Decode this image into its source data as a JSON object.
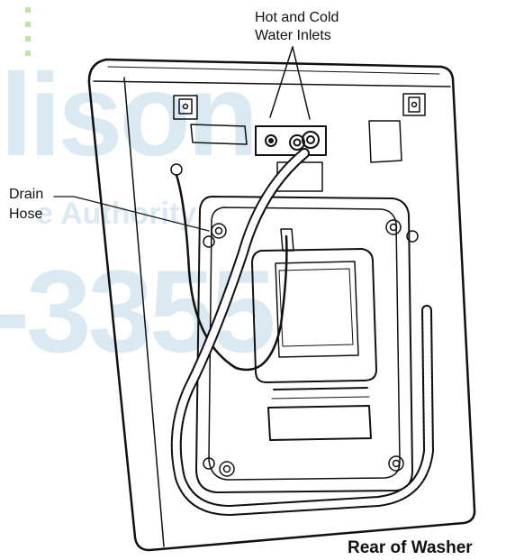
{
  "labels": {
    "inlets_line1": "Hot and Cold",
    "inlets_line2": "Water Inlets",
    "drain_line1": "Drain",
    "drain_line2": "Hose"
  },
  "caption": "Rear of Washer",
  "watermark": {
    "line1": "lison",
    "line2": "e Authority",
    "line3": "-3355"
  }
}
